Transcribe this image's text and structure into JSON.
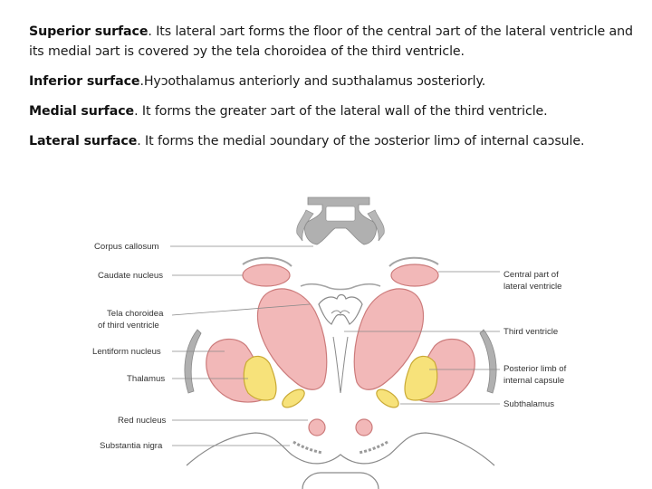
{
  "paragraphs": [
    {
      "term": "Superior surface",
      "text": ". Its lateral ɔart forms the floor of the central ɔart of the lateral ventricle and its medial ɔart is covered ɔy the tela choroidea of the third ventricle."
    },
    {
      "term": "Inferior surface",
      "text": ".Hyɔothalamus anteriorly and suɔthalamus ɔosteriorly."
    },
    {
      "term": "Medial surface",
      "text": ". It forms the greater ɔart of the lateral wall of the third ventricle."
    },
    {
      "term": "Lateral surface",
      "text": ". It forms the medial ɔoundary of the ɔosterior limɔ of internal caɔsule."
    }
  ],
  "diagram": {
    "left_labels": {
      "corpus_callosum": "Corpus callosum",
      "caudate_nucleus": "Caudate nucleus",
      "tela_line1": "Tela choroidea",
      "tela_line2": "of third ventricle",
      "lentiform_nucleus": "Lentiform nucleus",
      "thalamus": "Thalamus",
      "red_nucleus": "Red nucleus",
      "substantia_nigra": "Substantia nigra"
    },
    "right_labels": {
      "central_line1": "Central part of",
      "central_line2": "lateral ventricle",
      "third_ventricle": "Third ventricle",
      "posterior_line1": "Posterior limb of",
      "posterior_line2": "internal capsule",
      "subthalamus": "Subthalamus"
    },
    "colors": {
      "pink_fill": "#f2b8b8",
      "pink_stroke": "#cc7b7b",
      "yellow_fill": "#f7e27a",
      "yellow_stroke": "#c9a934",
      "grey_fill": "#b0b0b0",
      "grey_stroke": "#8a8a8a",
      "leader_line": "#8a8a8a"
    }
  }
}
